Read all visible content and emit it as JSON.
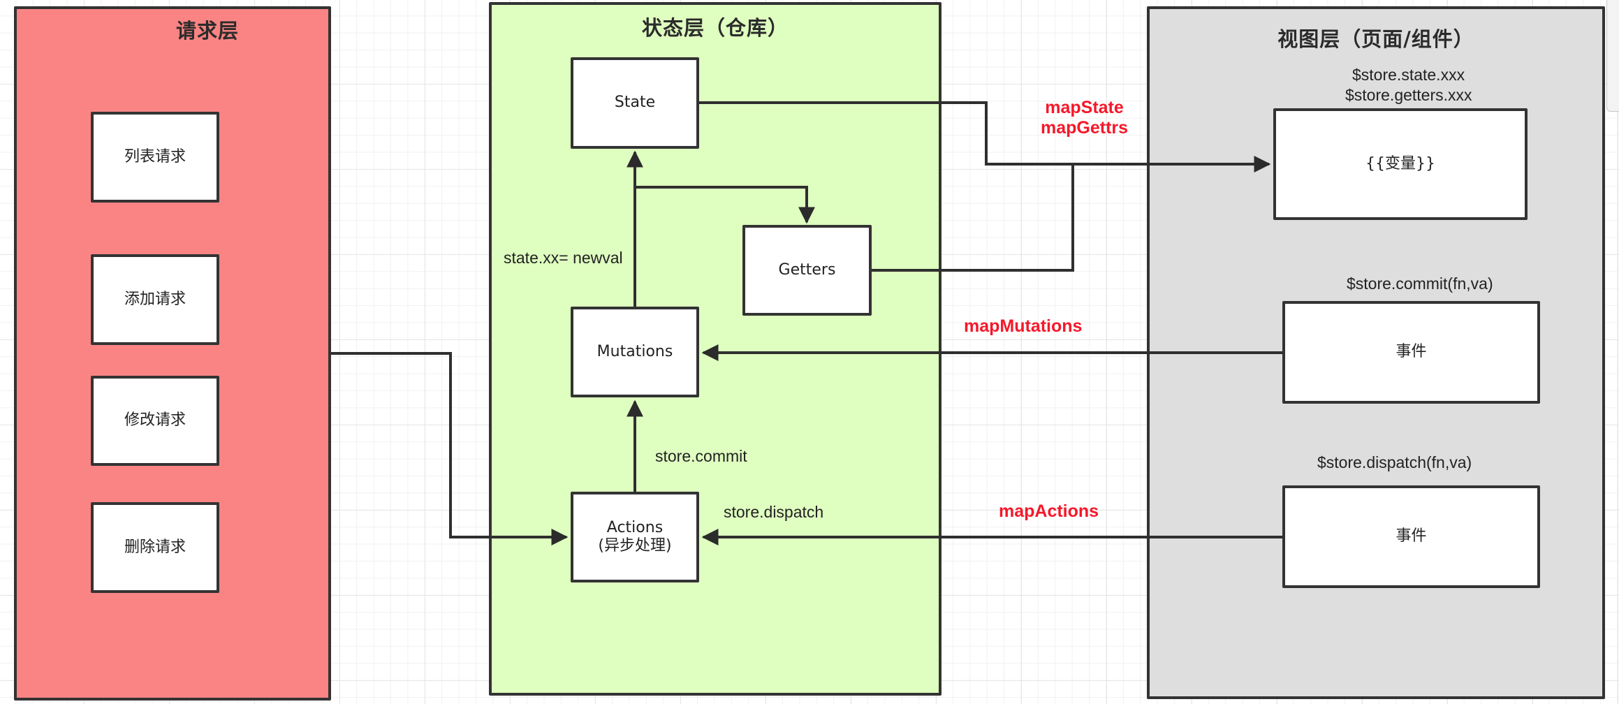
{
  "diagram": {
    "panels": {
      "request": {
        "title": "请求层",
        "color": "#fa8484",
        "items": [
          "列表请求",
          "添加请求",
          "修改请求",
          "删除请求"
        ]
      },
      "state": {
        "title": "状态层（仓库）",
        "color": "#dfffc0",
        "nodes": {
          "state": "State",
          "getters": "Getters",
          "mutations": "Mutations",
          "actions": "Actions\n(异步处理)"
        },
        "labels": {
          "state_assign": "state.xx= newval",
          "store_commit": "store.commit",
          "store_dispatch": "store.dispatch"
        }
      },
      "view": {
        "title": "视图层（页面/组件）",
        "color": "#dedede",
        "nodes": {
          "variable": "{{变量}}",
          "event_commit": "事件",
          "event_dispatch": "事件"
        },
        "labels": {
          "state_access": "$store.state.xxx",
          "getters_access": "$store.getters.xxx",
          "commit_call": "$store.commit(fn,va)",
          "dispatch_call": "$store.dispatch(fn,va)"
        }
      }
    },
    "helpers": {
      "map_state": "mapState",
      "map_getters": "mapGettrs",
      "map_mutations": "mapMutations",
      "map_actions": "mapActions",
      "color": "#f5182a"
    },
    "edges": [
      {
        "from": "State",
        "to": "{{变量}}"
      },
      {
        "from": "Getters",
        "to": "{{变量}}"
      },
      {
        "from": "State",
        "to": "Getters"
      },
      {
        "from": "Mutations",
        "to": "State",
        "label": "state.xx= newval"
      },
      {
        "from": "Actions",
        "to": "Mutations",
        "label": "store.commit"
      },
      {
        "from": "事件 (commit)",
        "to": "Mutations",
        "label": "mapMutations"
      },
      {
        "from": "事件 (dispatch)",
        "to": "Actions",
        "label": "mapActions"
      },
      {
        "from": "请求层",
        "to": "Actions"
      }
    ]
  }
}
